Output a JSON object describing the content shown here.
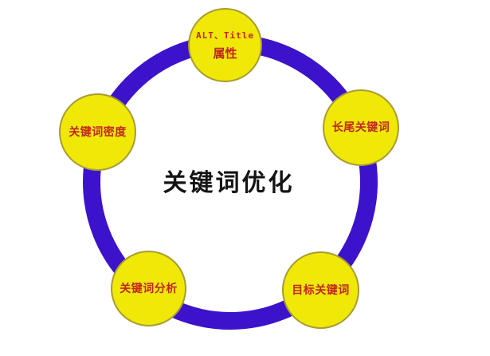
{
  "diagram": {
    "title": "关键词优化",
    "nodes": [
      {
        "id": "alt-title-attribute",
        "label": "ALT、Title",
        "label2": "属性",
        "position": "top"
      },
      {
        "id": "keyword-density",
        "label": "关键词密度",
        "position": "left"
      },
      {
        "id": "longtail-keywords",
        "label": "长尾关键词",
        "position": "right"
      },
      {
        "id": "keyword-analysis",
        "label": "关键词分析",
        "position": "bottom-left"
      },
      {
        "id": "target-keywords",
        "label": "目标关键词",
        "position": "bottom-right"
      }
    ],
    "colors": {
      "ring": "#3D12CB",
      "node_fill": "#F0E807",
      "node_border": "#A89C30",
      "node_text": "#C0281E",
      "title_text": "#141414",
      "background": "#FFFFFF"
    }
  }
}
